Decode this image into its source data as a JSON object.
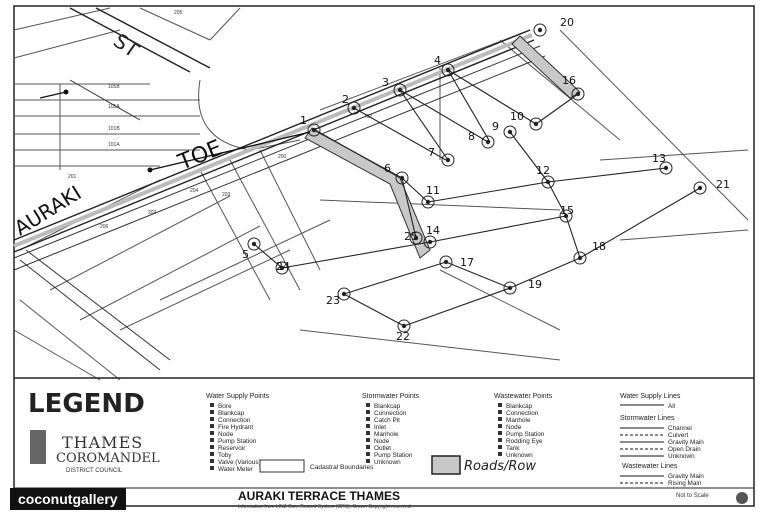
{
  "map": {
    "street_labels": [
      "ST",
      "TOE",
      "AURAKI"
    ],
    "parcel_numbers": [
      "205",
      "105B",
      "105A",
      "101B",
      "101A",
      "201",
      "202",
      "200",
      "204",
      "203",
      "206",
      "702"
    ],
    "nodes": [
      {
        "id": "1"
      },
      {
        "id": "2"
      },
      {
        "id": "3"
      },
      {
        "id": "4"
      },
      {
        "id": "5"
      },
      {
        "id": "6"
      },
      {
        "id": "7"
      },
      {
        "id": "8"
      },
      {
        "id": "9"
      },
      {
        "id": "10"
      },
      {
        "id": "11"
      },
      {
        "id": "12"
      },
      {
        "id": "13"
      },
      {
        "id": "14"
      },
      {
        "id": "15"
      },
      {
        "id": "16"
      },
      {
        "id": "17"
      },
      {
        "id": "18"
      },
      {
        "id": "19"
      },
      {
        "id": "20"
      },
      {
        "id": "21"
      },
      {
        "id": "22"
      },
      {
        "id": "23"
      },
      {
        "id": "24"
      },
      {
        "id": "25"
      }
    ]
  },
  "legend": {
    "title": "LEGEND",
    "logo_line1": "THAMES",
    "logo_line2": "COROMANDEL",
    "logo_line3": "DISTRICT COUNCIL",
    "water_points": {
      "heading": "Water Supply Points",
      "items": [
        "Bore",
        "Blankcap",
        "Connection",
        "Fire Hydrant",
        "Node",
        "Pump Station",
        "Reservoir",
        "Toby",
        "Valve (Various)",
        "Water Meter"
      ]
    },
    "storm_points": {
      "heading": "Stormwater Points",
      "items": [
        "Blankcap",
        "Connection",
        "Catch Pit",
        "Inlet",
        "Manhole",
        "Node",
        "Outlet",
        "Pump Station",
        "Unknown"
      ]
    },
    "waste_points": {
      "heading": "Wastewater Points",
      "items": [
        "Blankcap",
        "Connection",
        "Manhole",
        "Node",
        "Pump Station",
        "Rodding Eye",
        "Tank",
        "Unknown"
      ]
    },
    "water_lines": {
      "heading": "Water Supply Lines",
      "items": [
        "All"
      ]
    },
    "storm_lines": {
      "heading": "Stormwater Lines",
      "items": [
        "Channel",
        "Culvert",
        "Gravity Main",
        "Open Drain",
        "Unknown"
      ]
    },
    "waste_lines": {
      "heading": "Wastewater Lines",
      "items": [
        "Gravity Main",
        "Rising Main"
      ]
    },
    "cadastral": "Cadastral Boundaries",
    "roads_handwritten": "Roads/Row"
  },
  "footer": {
    "watermark": "coconutgallery",
    "title": "AURAKI TERRACE THAMES",
    "note": "Information from LINZ Core Record System (CRS). Crown Copyright reserved.",
    "north": "Not to Scale"
  }
}
